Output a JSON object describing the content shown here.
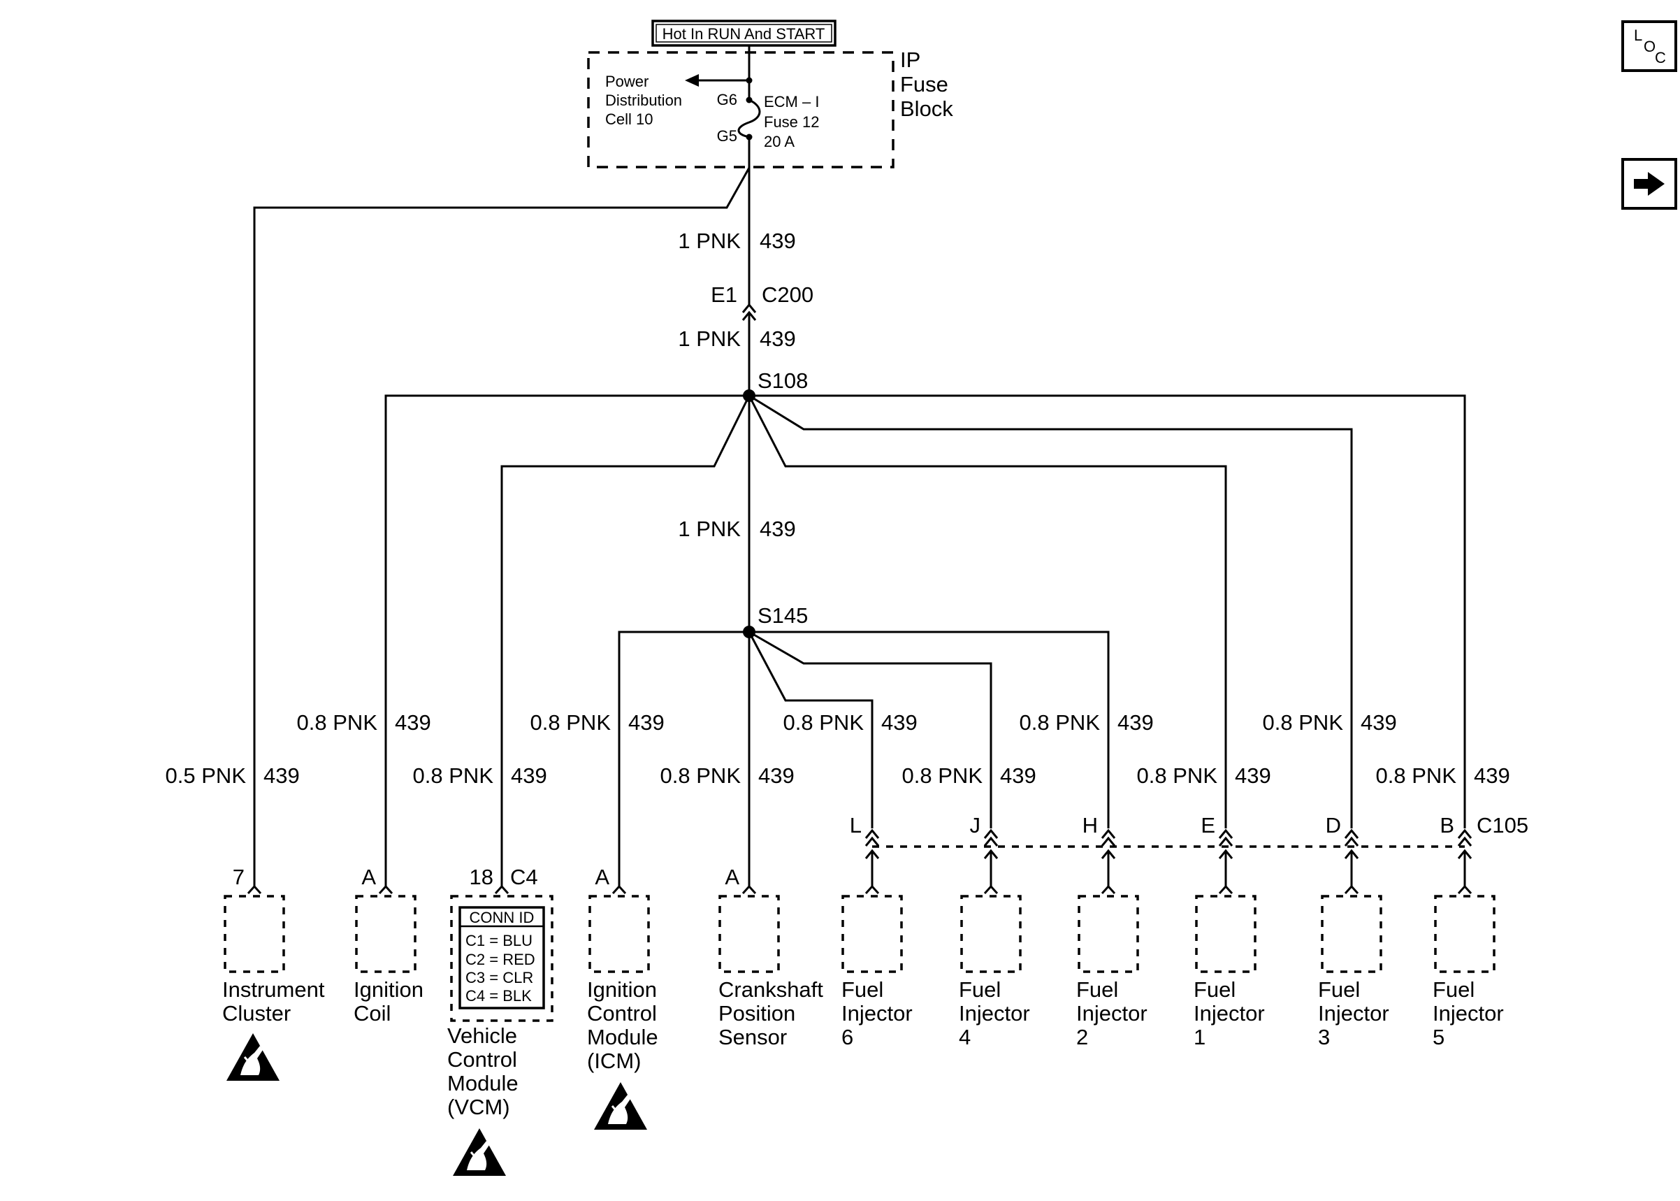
{
  "header": {
    "power_label": "Hot In RUN And START",
    "fuse_block_title": [
      "IP",
      "Fuse",
      "Block"
    ],
    "power_dist": [
      "Power",
      "Distribution",
      "Cell 10"
    ],
    "fuse_in_pin": "G6",
    "fuse_out_pin": "G5",
    "fuse_info": [
      "ECM – I",
      "Fuse 12",
      "20 A"
    ]
  },
  "trunk": {
    "wire_upper": {
      "gauge": "1 PNK",
      "circuit": "439"
    },
    "connector": {
      "pin": "E1",
      "id": "C200"
    },
    "wire_lower": {
      "gauge": "1 PNK",
      "circuit": "439"
    },
    "splice1": "S108",
    "wire_mid": {
      "gauge": "1 PNK",
      "circuit": "439"
    },
    "splice2": "S145"
  },
  "branches": [
    {
      "gauge": "0.5 PNK",
      "circuit": "439"
    },
    {
      "gauge": "0.8 PNK",
      "circuit": "439"
    },
    {
      "gauge": "0.8 PNK",
      "circuit": "439"
    },
    {
      "gauge": "0.8 PNK",
      "circuit": "439"
    },
    {
      "gauge": "0.8 PNK",
      "circuit": "439"
    },
    {
      "gauge": "0.8 PNK",
      "circuit": "439"
    },
    {
      "gauge": "0.8 PNK",
      "circuit": "439"
    },
    {
      "gauge": "0.8 PNK",
      "circuit": "439"
    },
    {
      "gauge": "0.8 PNK",
      "circuit": "439"
    },
    {
      "gauge": "0.8 PNK",
      "circuit": "439"
    },
    {
      "gauge": "0.8 PNK",
      "circuit": "439"
    }
  ],
  "c105": {
    "id": "C105",
    "pins": [
      "L",
      "J",
      "H",
      "E",
      "D",
      "B"
    ]
  },
  "components": [
    {
      "pin": "7",
      "name": [
        "Instrument",
        "Cluster"
      ],
      "esd": true
    },
    {
      "pin": "A",
      "name": [
        "Ignition",
        "Coil"
      ],
      "esd": false
    },
    {
      "pin": "18",
      "connector": "C4",
      "name": [
        "Vehicle",
        "Control",
        "Module",
        "(VCM)"
      ],
      "esd": true,
      "conn_id": {
        "title": "CONN ID",
        "rows": [
          "C1 = BLU",
          "C2 = RED",
          "C3 = CLR",
          "C4 = BLK"
        ]
      }
    },
    {
      "pin": "A",
      "name": [
        "Ignition",
        "Control",
        "Module",
        "(ICM)"
      ],
      "esd": true
    },
    {
      "pin": "A",
      "name": [
        "Crankshaft",
        "Position",
        "Sensor"
      ],
      "esd": false
    },
    {
      "name": [
        "Fuel",
        "Injector",
        "6"
      ],
      "esd": false
    },
    {
      "name": [
        "Fuel",
        "Injector",
        "4"
      ],
      "esd": false
    },
    {
      "name": [
        "Fuel",
        "Injector",
        "2"
      ],
      "esd": false
    },
    {
      "name": [
        "Fuel",
        "Injector",
        "1"
      ],
      "esd": false
    },
    {
      "name": [
        "Fuel",
        "Injector",
        "3"
      ],
      "esd": false
    },
    {
      "name": [
        "Fuel",
        "Injector",
        "5"
      ],
      "esd": false
    }
  ],
  "nav": {
    "loc_icon": "location-icon",
    "next_icon": "arrow-right-icon"
  }
}
